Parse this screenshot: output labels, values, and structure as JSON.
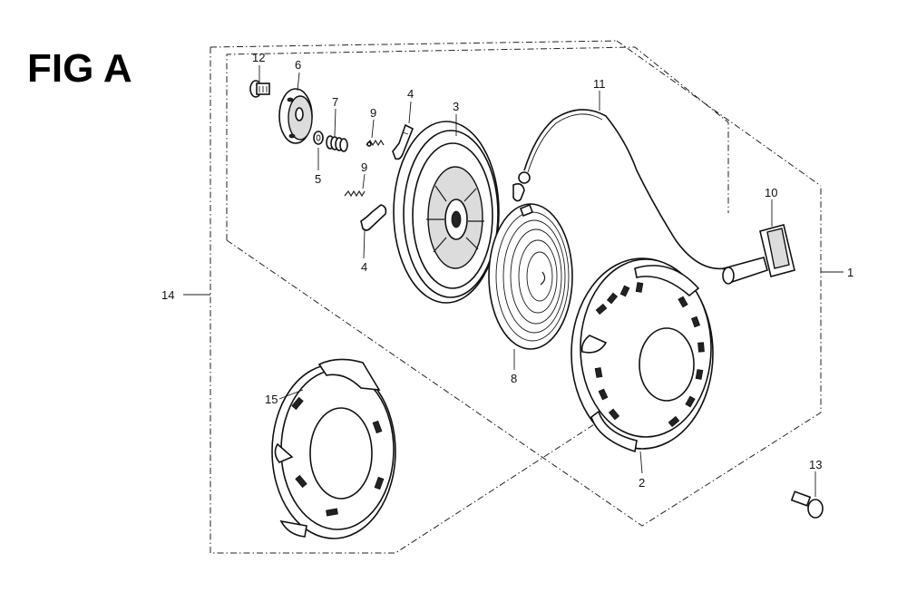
{
  "figure": {
    "title": "FIG A"
  },
  "callouts": {
    "c1": "1",
    "c2": "2",
    "c3": "3",
    "c4a": "4",
    "c4b": "4",
    "c5": "5",
    "c6": "6",
    "c7": "7",
    "c8": "8",
    "c9a": "9",
    "c9b": "9",
    "c10": "10",
    "c11": "11",
    "c12": "12",
    "c13": "13",
    "c14": "14",
    "c15": "15"
  }
}
